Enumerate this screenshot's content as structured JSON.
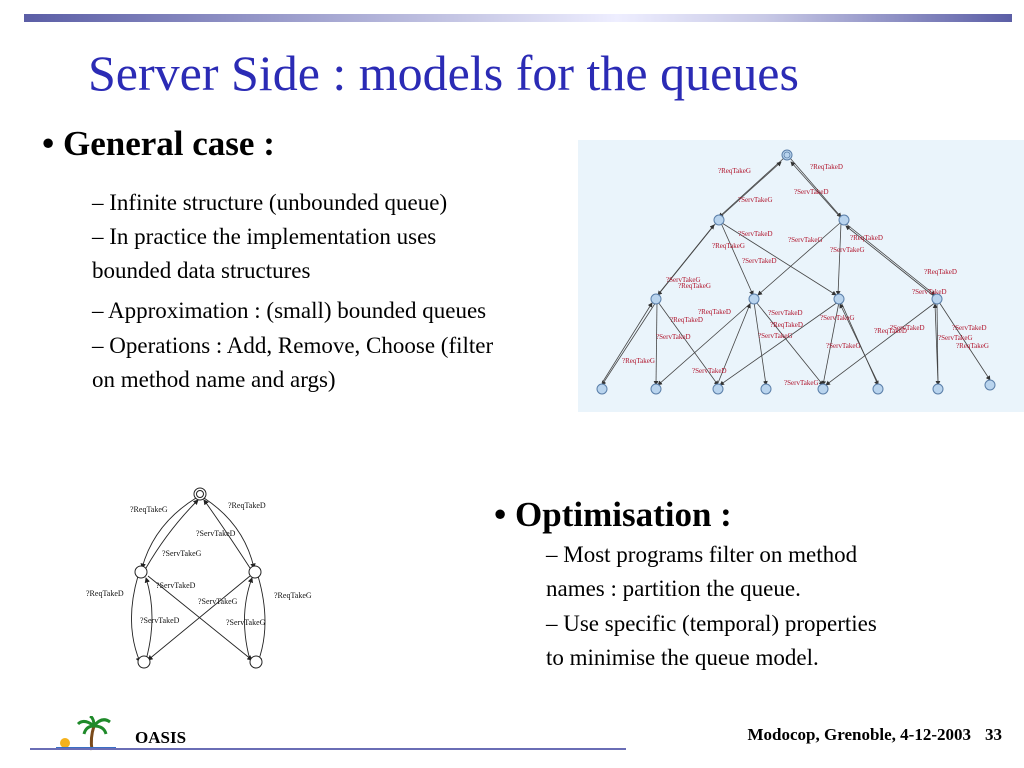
{
  "slide": {
    "title": "Server Side : models for the queues",
    "general_case": {
      "bullet": "• General case :",
      "items": [
        "–  Infinite structure (unbounded queue)",
        "–  In practice the implementation uses",
        "bounded data structures",
        "– Approximation : (small) bounded queues",
        "– Operations : Add, Remove, Choose (filter",
        "on method name and args)"
      ]
    },
    "optimisation": {
      "bullet": "• Optimisation :",
      "items": [
        "–  Most programs filter on method",
        "names : partition the queue.",
        "–  Use specific (temporal) properties",
        "to minimise the queue model."
      ]
    },
    "big_diagram": {
      "labels": [
        "?ReqTakeG",
        "?ReqTakeD",
        "?ServTakeD",
        "?ServTakeG",
        "?ServTakeD",
        "?ReqTakeG",
        "?ReqTakeD",
        "?ServTakeG",
        "?ServTakeG",
        "?ServTakeD",
        "?ServTakeG",
        "?ReqTakeG",
        "?ReqTakeD",
        "?ServTakeD",
        "?ReqTakeD",
        "?ReqTakeD",
        "?ServTakeD",
        "?ServTakeG",
        "?ReqTakeD",
        "?ServTakeD",
        "?ServTakeG",
        "?ServTakeD",
        "?ReqTakeD",
        "?ServTakeG",
        "?ReqTakeG",
        "?ServTakeG",
        "?ServTakeD",
        "?ReqTakeG",
        "?ServTakeD",
        "?ServTakeG"
      ]
    },
    "small_diagram": {
      "labels": [
        "?ReqTakeG",
        "?ReqTakeD",
        "?ServTakeD",
        "?ServTakeG",
        "?ServTakeD",
        "?ReqTakeD",
        "?ServTakeG",
        "?ReqTakeG",
        "?ServTakeD",
        "?ServTakeG"
      ]
    },
    "footer": {
      "left": "OASIS",
      "right": "Modocop, Grenoble, 4-12-2003",
      "page": "33"
    }
  }
}
